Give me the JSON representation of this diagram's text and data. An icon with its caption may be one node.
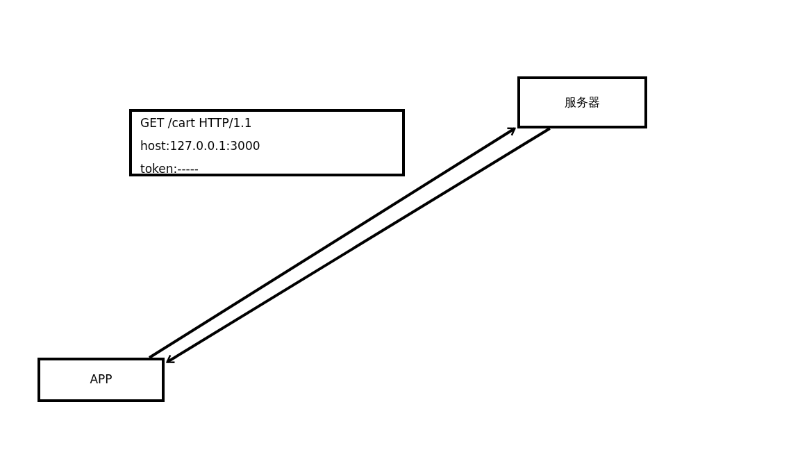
{
  "diagram": {
    "nodes": [
      {
        "text": [
          "GET /cart HTTP/1.1",
          "host:127.0.0.1:3000",
          "token:-----"
        ]
      },
      {
        "text": [
          "服务器"
        ]
      },
      {
        "text": [
          "APP"
        ]
      }
    ],
    "edges": [
      {
        "from": 2,
        "to": 1,
        "arrow": "to"
      },
      {
        "from": 1,
        "to": 2,
        "arrow": "to"
      }
    ]
  }
}
